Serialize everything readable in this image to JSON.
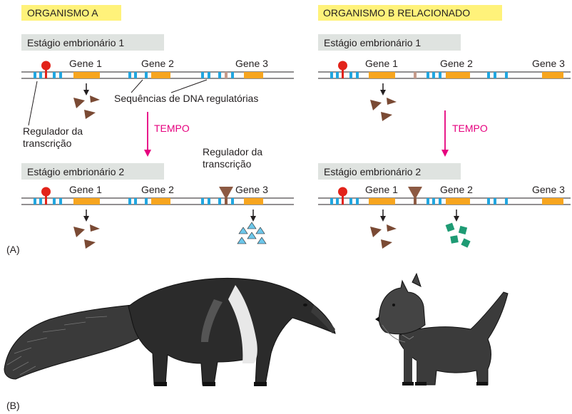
{
  "colors": {
    "title_bg": "#fff27a",
    "stage_bg": "#dfe3e0",
    "regulatory_seq": "#21a6e0",
    "gene": "#f7a51f",
    "regulator_red": "#e2231a",
    "regulator_brown": "#8c5a43",
    "triangle_protein": "#7a4a34",
    "cyan_protein": "#6dc7ea",
    "green_protein": "#1e9b74",
    "time_arrow": "#e6007e"
  },
  "panel_a": {
    "organism_a_title": "ORGANISMO A",
    "organism_b_title": "ORGANISMO B RELACIONADO",
    "stage1_label": "Estágio embrionário 1",
    "stage2_label": "Estágio embrionário 2",
    "gene1_label": "Gene 1",
    "gene2_label": "Gene 2",
    "gene3_label": "Gene 3",
    "regulatory_seq_label": "Sequências de DNA regulatórias",
    "regulator_label_line1": "Regulador da",
    "regulator_label_line2": "transcrição",
    "time_label": "TEMPO",
    "panel_label": "(A)"
  },
  "panel_b": {
    "panel_label": "(B)",
    "left_image": "anteater-illustration",
    "right_image": "scottish-terrier-illustration"
  }
}
